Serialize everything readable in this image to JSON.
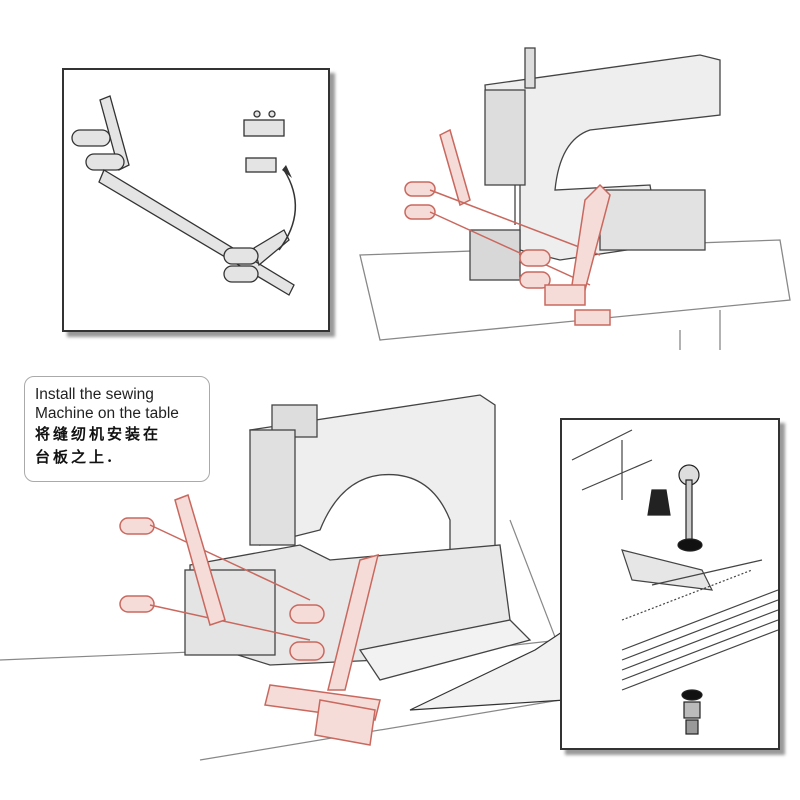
{
  "callout": {
    "line1": "Install the sewing",
    "line2": "Machine on the table",
    "line3": "将缝纫机安装在",
    "line4": "台板之上."
  },
  "colors": {
    "attachment": "#d8857c",
    "line": "#444444",
    "machine": "#e6e6e6"
  }
}
